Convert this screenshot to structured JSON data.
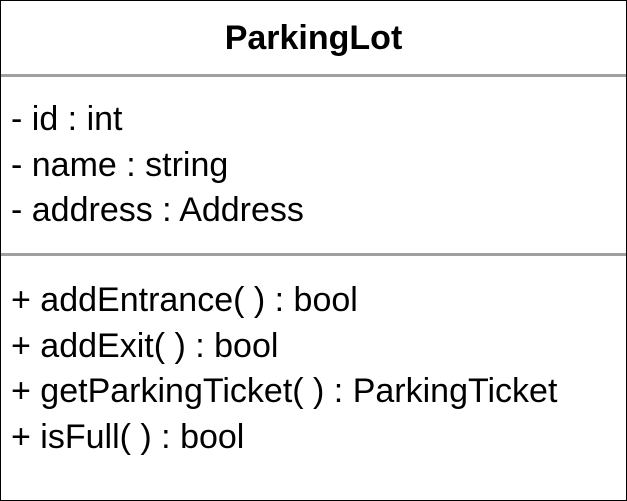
{
  "class": {
    "name": "ParkingLot",
    "attributes": [
      "- id : int",
      "- name : string",
      "- address : Address"
    ],
    "methods": [
      "+ addEntrance( ) : bool",
      "+ addExit( ) : bool",
      "+ getParkingTicket( ) : ParkingTicket",
      "+ isFull( ) : bool"
    ]
  },
  "colors": {
    "border": "#000000",
    "divider": "#a0a0a0",
    "background": "#ffffff"
  }
}
